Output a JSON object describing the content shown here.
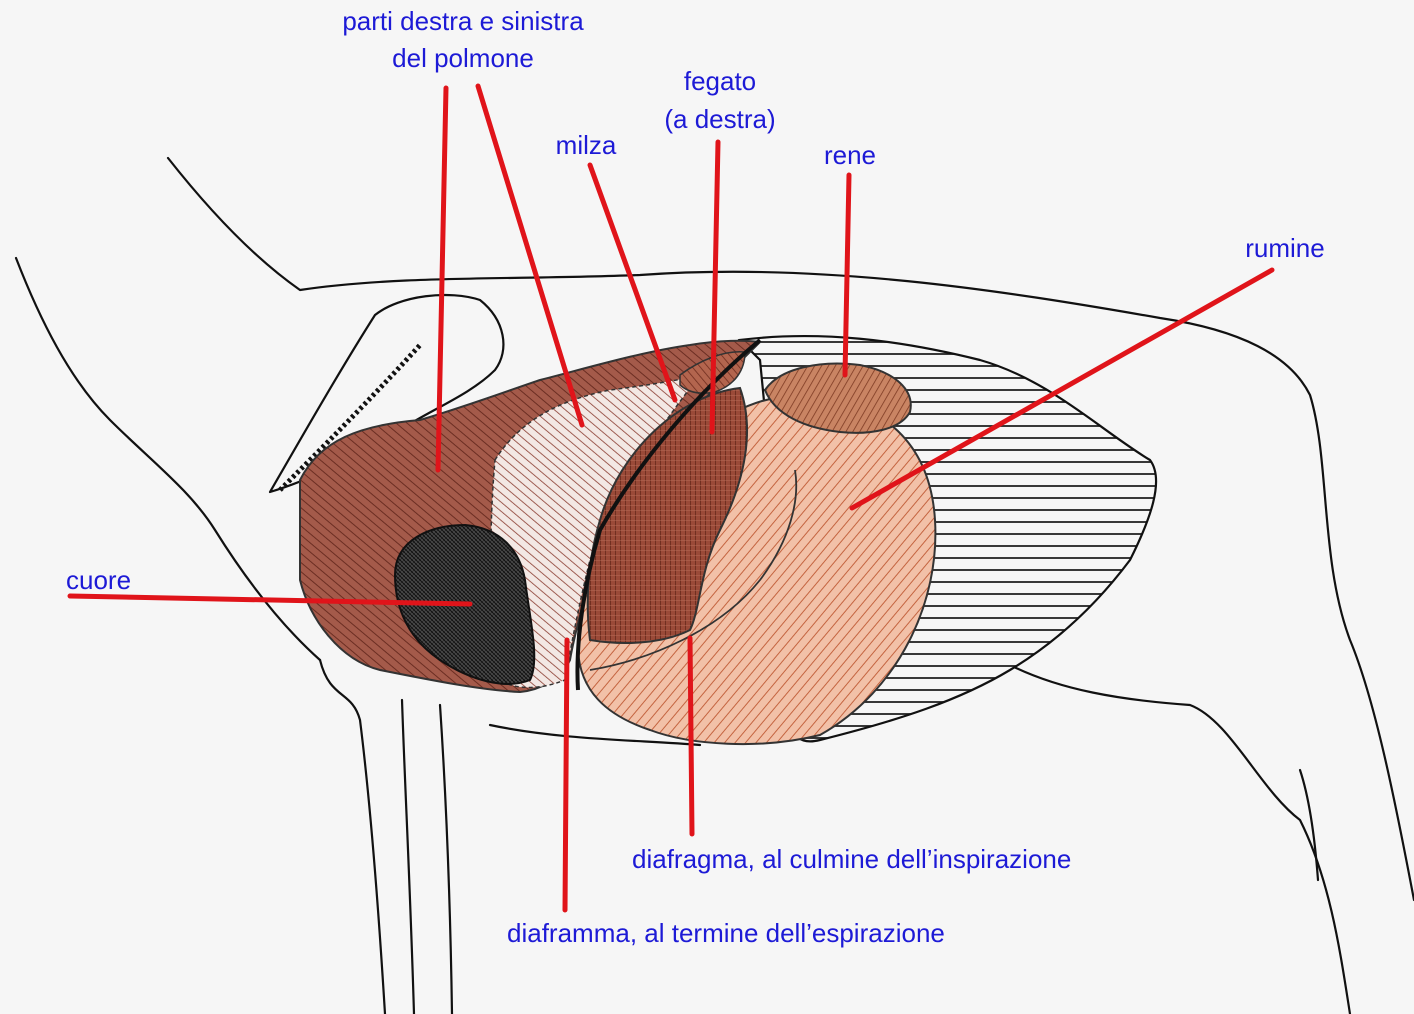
{
  "figure": {
    "labels": {
      "lung": [
        "parti destra e sinistra",
        "del polmone"
      ],
      "liver": [
        "fegato",
        "(a destra)"
      ],
      "spleen": "milza",
      "kidney": "rene",
      "rumen": "rumine",
      "heart": "cuore",
      "diaphragm_inspiration": "diafragma, al culmine dell’inspirazione",
      "diaphragm_expiration": "diaframma, al termine dell’espirazione"
    },
    "colors": {
      "label_text": "#1d1ad6",
      "leader_line": "#e0141a",
      "lung_fill": "#9b4e3f",
      "liver_fill": "#8a3f2f",
      "rumen_fill": "#e8a587",
      "heart_fill": "#3a3a3a",
      "outline": "#111111"
    }
  }
}
